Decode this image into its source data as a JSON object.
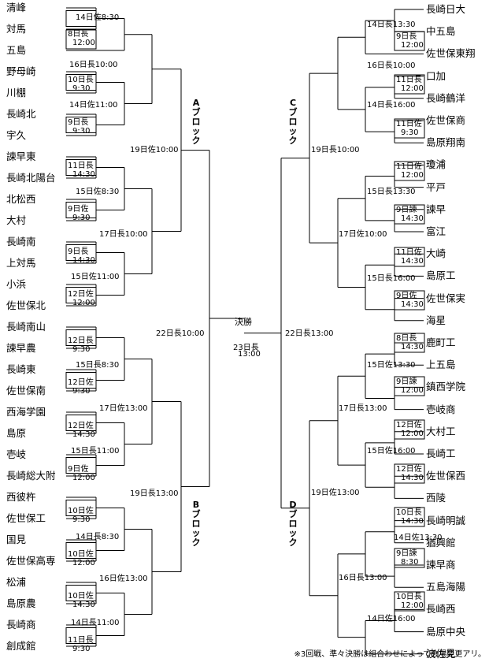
{
  "left_teams": [
    "清峰",
    "対馬",
    "五島",
    "野母崎",
    "川棚",
    "長崎北",
    "宇久",
    "諫早東",
    "長崎北陽台",
    "北松西",
    "大村",
    "長崎南",
    "上対馬",
    "小浜",
    "佐世保北",
    "長崎南山",
    "諫早農",
    "長崎東",
    "佐世保南",
    "西海学園",
    "島原",
    "壱岐",
    "長崎総大附",
    "西彼杵",
    "佐世保工",
    "国見",
    "佐世保高専",
    "松浦",
    "島原農",
    "長崎商",
    "創成館"
  ],
  "right_teams": [
    "長崎日大",
    "中五島",
    "佐世保東翔",
    "口加",
    "長崎鶴洋",
    "佐世保商",
    "島原翔南",
    "瓊浦",
    "平戸",
    "諫早",
    "富江",
    "大崎",
    "島原工",
    "佐世保実",
    "海星",
    "鹿町工",
    "上五島",
    "鎮西学院",
    "壱岐商",
    "大村工",
    "長崎工",
    "佐世保西",
    "西陵",
    "長崎明誠",
    "猶興館",
    "諫早商",
    "五島海陽",
    "長崎西",
    "島原中央",
    "波佐見"
  ],
  "left_r1": [
    {
      "l1": "14日佐8:30",
      "l2": ""
    },
    {
      "l1": "8日長",
      "l2": "12:00"
    },
    {
      "l1": "16日長10:00",
      "l2": ""
    },
    {
      "l1": "10日長",
      "l2": "9:30"
    },
    {
      "l1": "14日佐11:00",
      "l2": ""
    },
    {
      "l1": "9日長",
      "l2": "9:30"
    },
    {
      "l1": "11日長",
      "l2": "14:30"
    },
    {
      "l1": "15日佐8:30",
      "l2": ""
    },
    {
      "l1": "9日佐",
      "l2": "9:30"
    },
    {
      "l1": "9日長",
      "l2": "14:30"
    },
    {
      "l1": "15日佐11:00",
      "l2": ""
    },
    {
      "l1": "12日佐",
      "l2": "12:00"
    },
    {
      "l1": "12日長",
      "l2": "9:30"
    },
    {
      "l1": "15日長8:30",
      "l2": ""
    },
    {
      "l1": "12日佐",
      "l2": "9:30"
    },
    {
      "l1": "12日佐",
      "l2": "14:30"
    },
    {
      "l1": "15日長11:00",
      "l2": ""
    },
    {
      "l1": "9日佐",
      "l2": "12:00"
    },
    {
      "l1": "10日佐",
      "l2": "9:30"
    },
    {
      "l1": "14日長8:30",
      "l2": ""
    },
    {
      "l1": "10日佐",
      "l2": "12:00"
    },
    {
      "l1": "10日佐",
      "l2": "14:30"
    },
    {
      "l1": "14日長11:00",
      "l2": ""
    },
    {
      "l1": "11日長",
      "l2": "9:30"
    }
  ],
  "left_r2": [
    "17日長10:00",
    "17日佐13:00",
    "16日佐13:00"
  ],
  "left_r3": [
    "19日佐10:00",
    "19日長13:00"
  ],
  "left_semi": "22日長10:00",
  "right_r1": [
    {
      "l1": "14日長13:30",
      "l2": ""
    },
    {
      "l1": "9日長",
      "l2": "12:00"
    },
    {
      "l1": "16日長10:00",
      "l2": ""
    },
    {
      "l1": "11日長",
      "l2": "12:00"
    },
    {
      "l1": "14日長16:00",
      "l2": ""
    },
    {
      "l1": "11日佐",
      "l2": "9:30"
    },
    {
      "l1": "11日佐",
      "l2": "12:00"
    },
    {
      "l1": "15日長13:30",
      "l2": ""
    },
    {
      "l1": "9日諫",
      "l2": "14:30"
    },
    {
      "l1": "11日佐",
      "l2": "14:30"
    },
    {
      "l1": "15日長16:00",
      "l2": ""
    },
    {
      "l1": "9日佐",
      "l2": "14:30"
    },
    {
      "l1": "8日長",
      "l2": "14:30"
    },
    {
      "l1": "15日佐13:30",
      "l2": ""
    },
    {
      "l1": "9日諫",
      "l2": "12:00"
    },
    {
      "l1": "12日佐",
      "l2": "12:00"
    },
    {
      "l1": "15日佐16:00",
      "l2": ""
    },
    {
      "l1": "12日佐",
      "l2": "14:30"
    },
    {
      "l1": "10日長",
      "l2": "14:30"
    },
    {
      "l1": "14日佐13:30",
      "l2": ""
    },
    {
      "l1": "9日諫",
      "l2": "8:30"
    },
    {
      "l1": "10日長",
      "l2": "12:00"
    },
    {
      "l1": "14日佐16:00",
      "l2": ""
    }
  ],
  "right_r2": [
    "17日佐10:00",
    "17日長13:00",
    "16日長13:00"
  ],
  "right_r3": [
    "19日長10:00",
    "19日佐13:00"
  ],
  "right_semi": "22日長13:00",
  "final": {
    "label": "決勝",
    "date": "23日長",
    "time": "13:00"
  },
  "blocks": {
    "a": "Aブロック",
    "b": "Bブロック",
    "c": "Cブロック",
    "d": "Dブロック"
  },
  "note": "※3回戦、準々決勝は組合わせによって会場変更アリ。"
}
